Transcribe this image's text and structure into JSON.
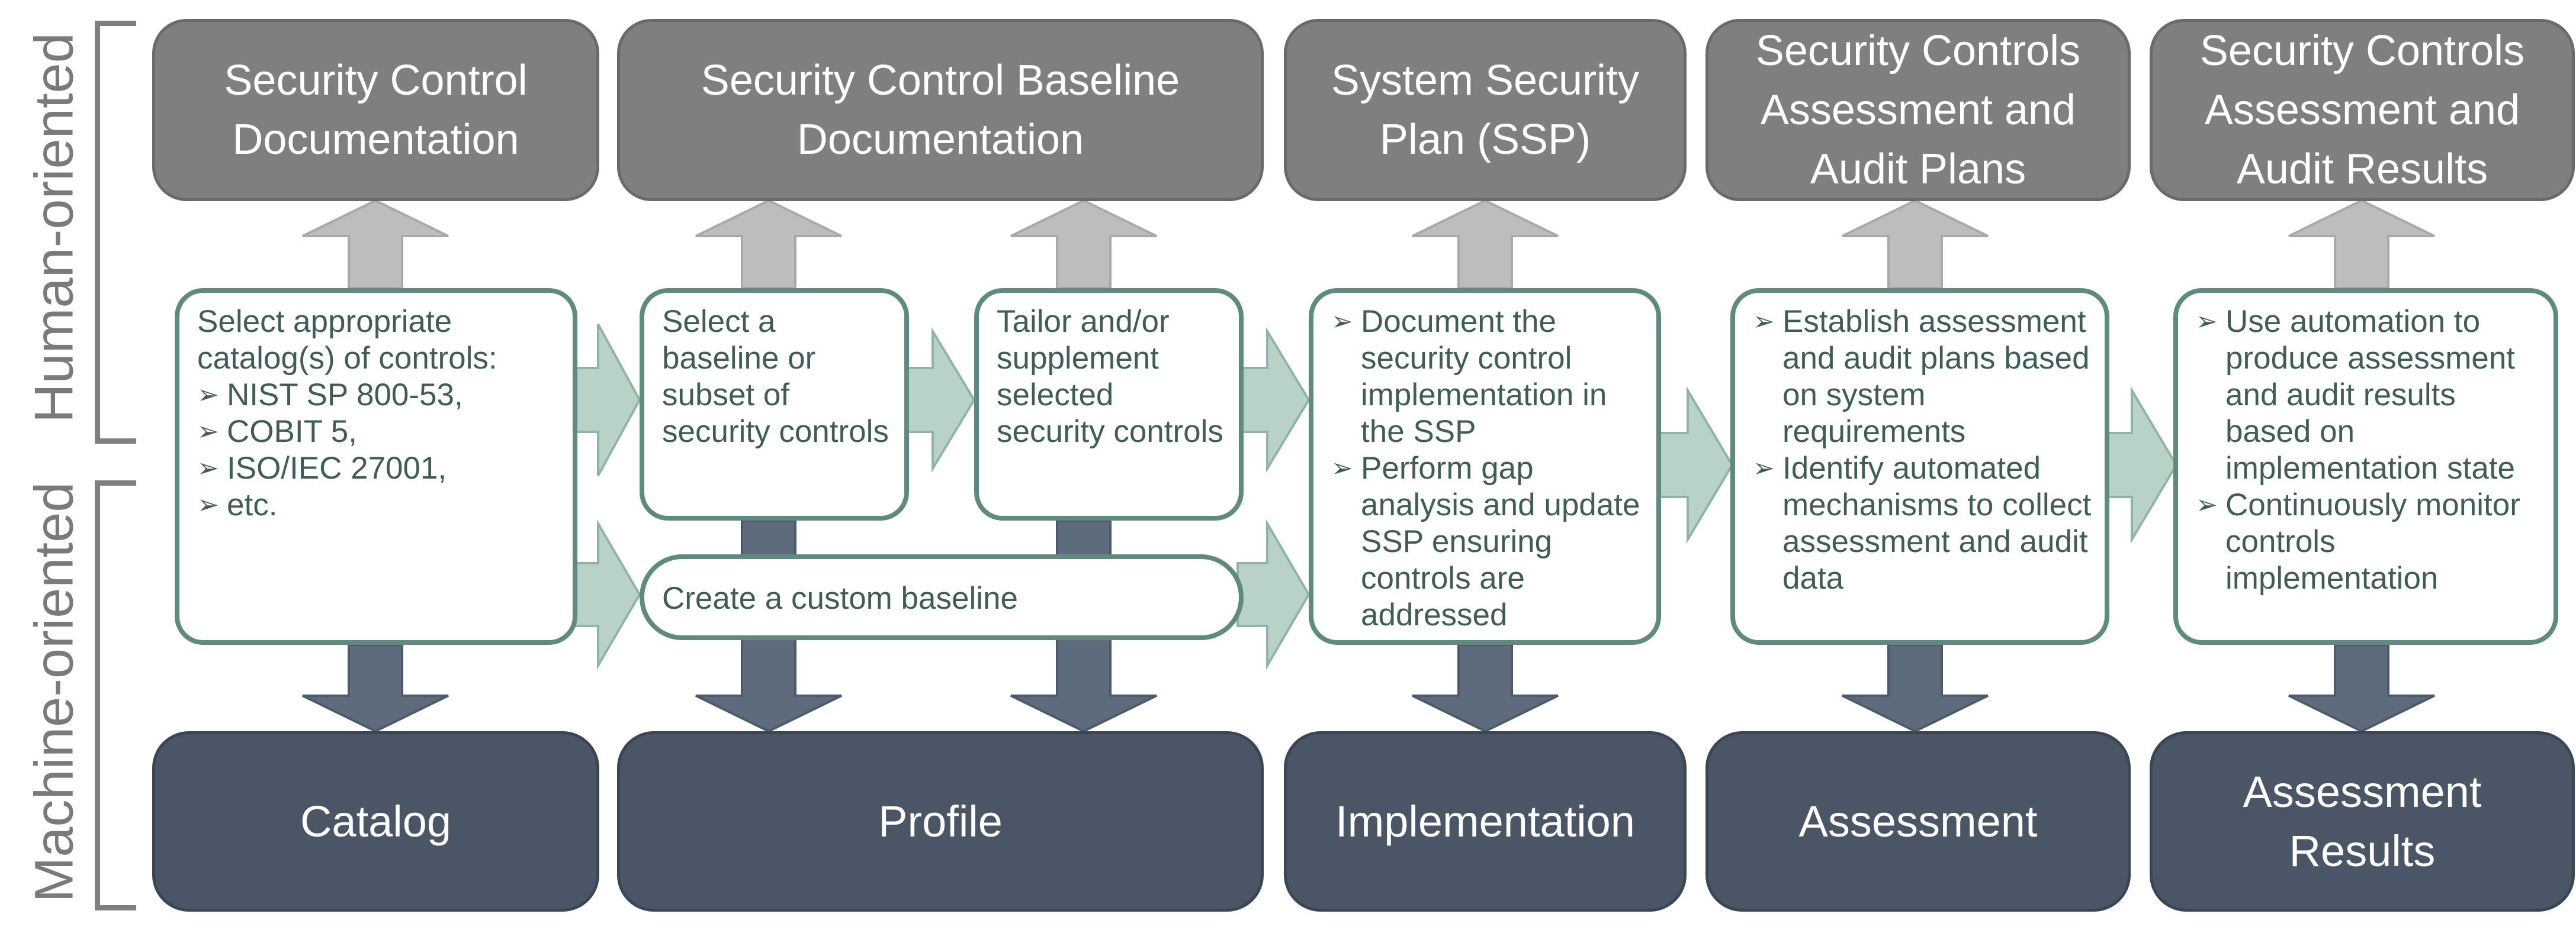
{
  "side_labels": {
    "human": "Human-oriented",
    "machine": "Machine-oriented"
  },
  "columns": [
    {
      "top": "Security Control Documentation",
      "bottom": "Catalog",
      "intro": "Select appropriate catalog(s) of controls:",
      "bullets": [
        "NIST SP 800-53,",
        "COBIT 5,",
        "ISO/IEC 27001,",
        "etc."
      ]
    },
    {
      "top": "Security Control Baseline Documentation",
      "bottom": "Profile",
      "box_a": "Select a baseline or subset of security controls",
      "box_b": "Tailor and/or supplement selected security controls",
      "box_c": "Create a custom baseline"
    },
    {
      "top": "System Security Plan (SSP)",
      "bottom": "Implementation",
      "bullets": [
        "Document the security control implementation in the SSP",
        "Perform gap analysis and update SSP ensuring controls are addressed"
      ]
    },
    {
      "top": "Security Controls Assessment and Audit Plans",
      "bottom": "Assessment",
      "bullets": [
        "Establish assessment and audit plans based on system requirements",
        "Identify automated mechanisms to collect assessment and audit data"
      ]
    },
    {
      "top": "Security Controls Assessment and Audit Results",
      "bottom": "Assessment Results",
      "bullets": [
        "Use automation to produce assessment and audit results based on implementation state",
        "Continuously monitor controls implementation"
      ]
    }
  ],
  "colors": {
    "human_box": "#7f7f7f",
    "machine_box": "#4a5566",
    "process_border": "#5f8a7e",
    "process_text": "#3f5d55",
    "up_arrow": "#bdbdbd",
    "down_arrow": "#5d6b7d",
    "flow_arrow": "#b8d2c8"
  }
}
